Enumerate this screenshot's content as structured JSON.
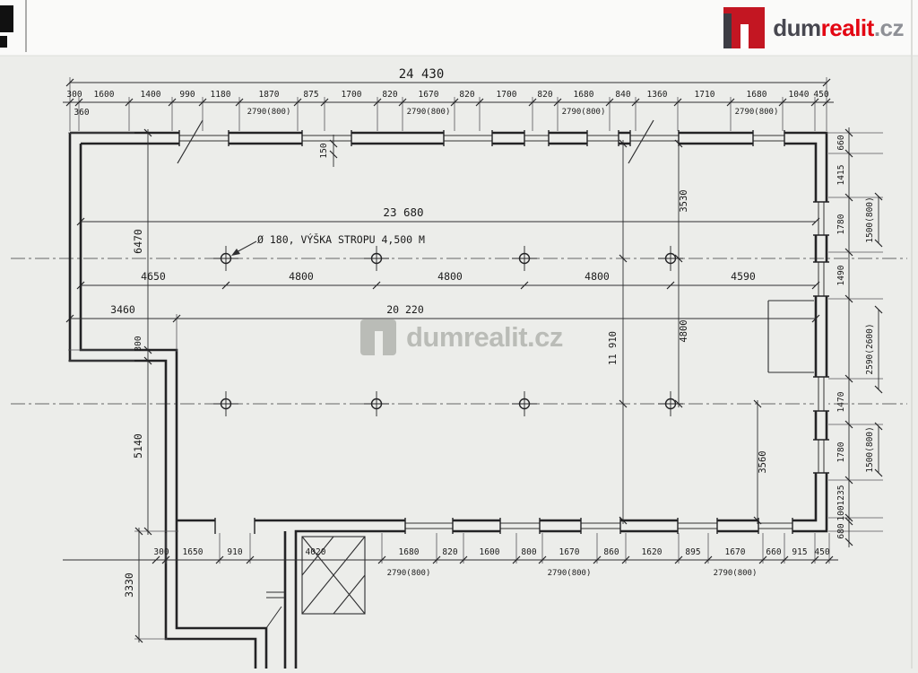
{
  "brand": {
    "part1": "dum",
    "part2": "realit",
    "part3": ".cz",
    "brand_red": "#c31622"
  },
  "watermark": {
    "text": "dumrealit.cz"
  },
  "dims": {
    "overall_top": "24 430",
    "top_chain": [
      "300",
      "1600",
      "1400",
      "990",
      "1180",
      "1870",
      "875",
      "1700",
      "820",
      "1670",
      "820",
      "1700",
      "820",
      "1680",
      "840",
      "1360",
      "1710",
      "1680",
      "1040",
      "450"
    ],
    "top_sub": [
      "2790(800)",
      "2790(800)",
      "2790(800)",
      "2790(800)"
    ],
    "top_offset": "360",
    "wall_gap": "150",
    "inner_width": "23 680",
    "note": "Ø 180, VÝŠKA STROPU 4,500 M",
    "col_spacing": [
      "4650",
      "4800",
      "4800",
      "4800",
      "4590"
    ],
    "notch_width": "3460",
    "mid_width": "20 220",
    "step": "300",
    "left_upper": "6470",
    "left_lower": "5140",
    "left_annex": "3330",
    "hall_height": "11 910",
    "right_top": "3530",
    "right_mid": "4800",
    "right_bot": "3560",
    "right_chain": [
      "660",
      "1415",
      "1780",
      "1490",
      "1470",
      "1780",
      "1235",
      "100",
      "680"
    ],
    "right_outer": [
      "1500(800)",
      "2590(2600)",
      "1500(800)"
    ],
    "bottom_chain": [
      "300",
      "1650",
      "910",
      "4020",
      "1680",
      "820",
      "1600",
      "800",
      "1670",
      "860",
      "1620",
      "895",
      "1670",
      "660",
      "915",
      "450"
    ],
    "bottom_sub": [
      "2790(800)",
      "2790(800)",
      "2790(800)"
    ]
  }
}
